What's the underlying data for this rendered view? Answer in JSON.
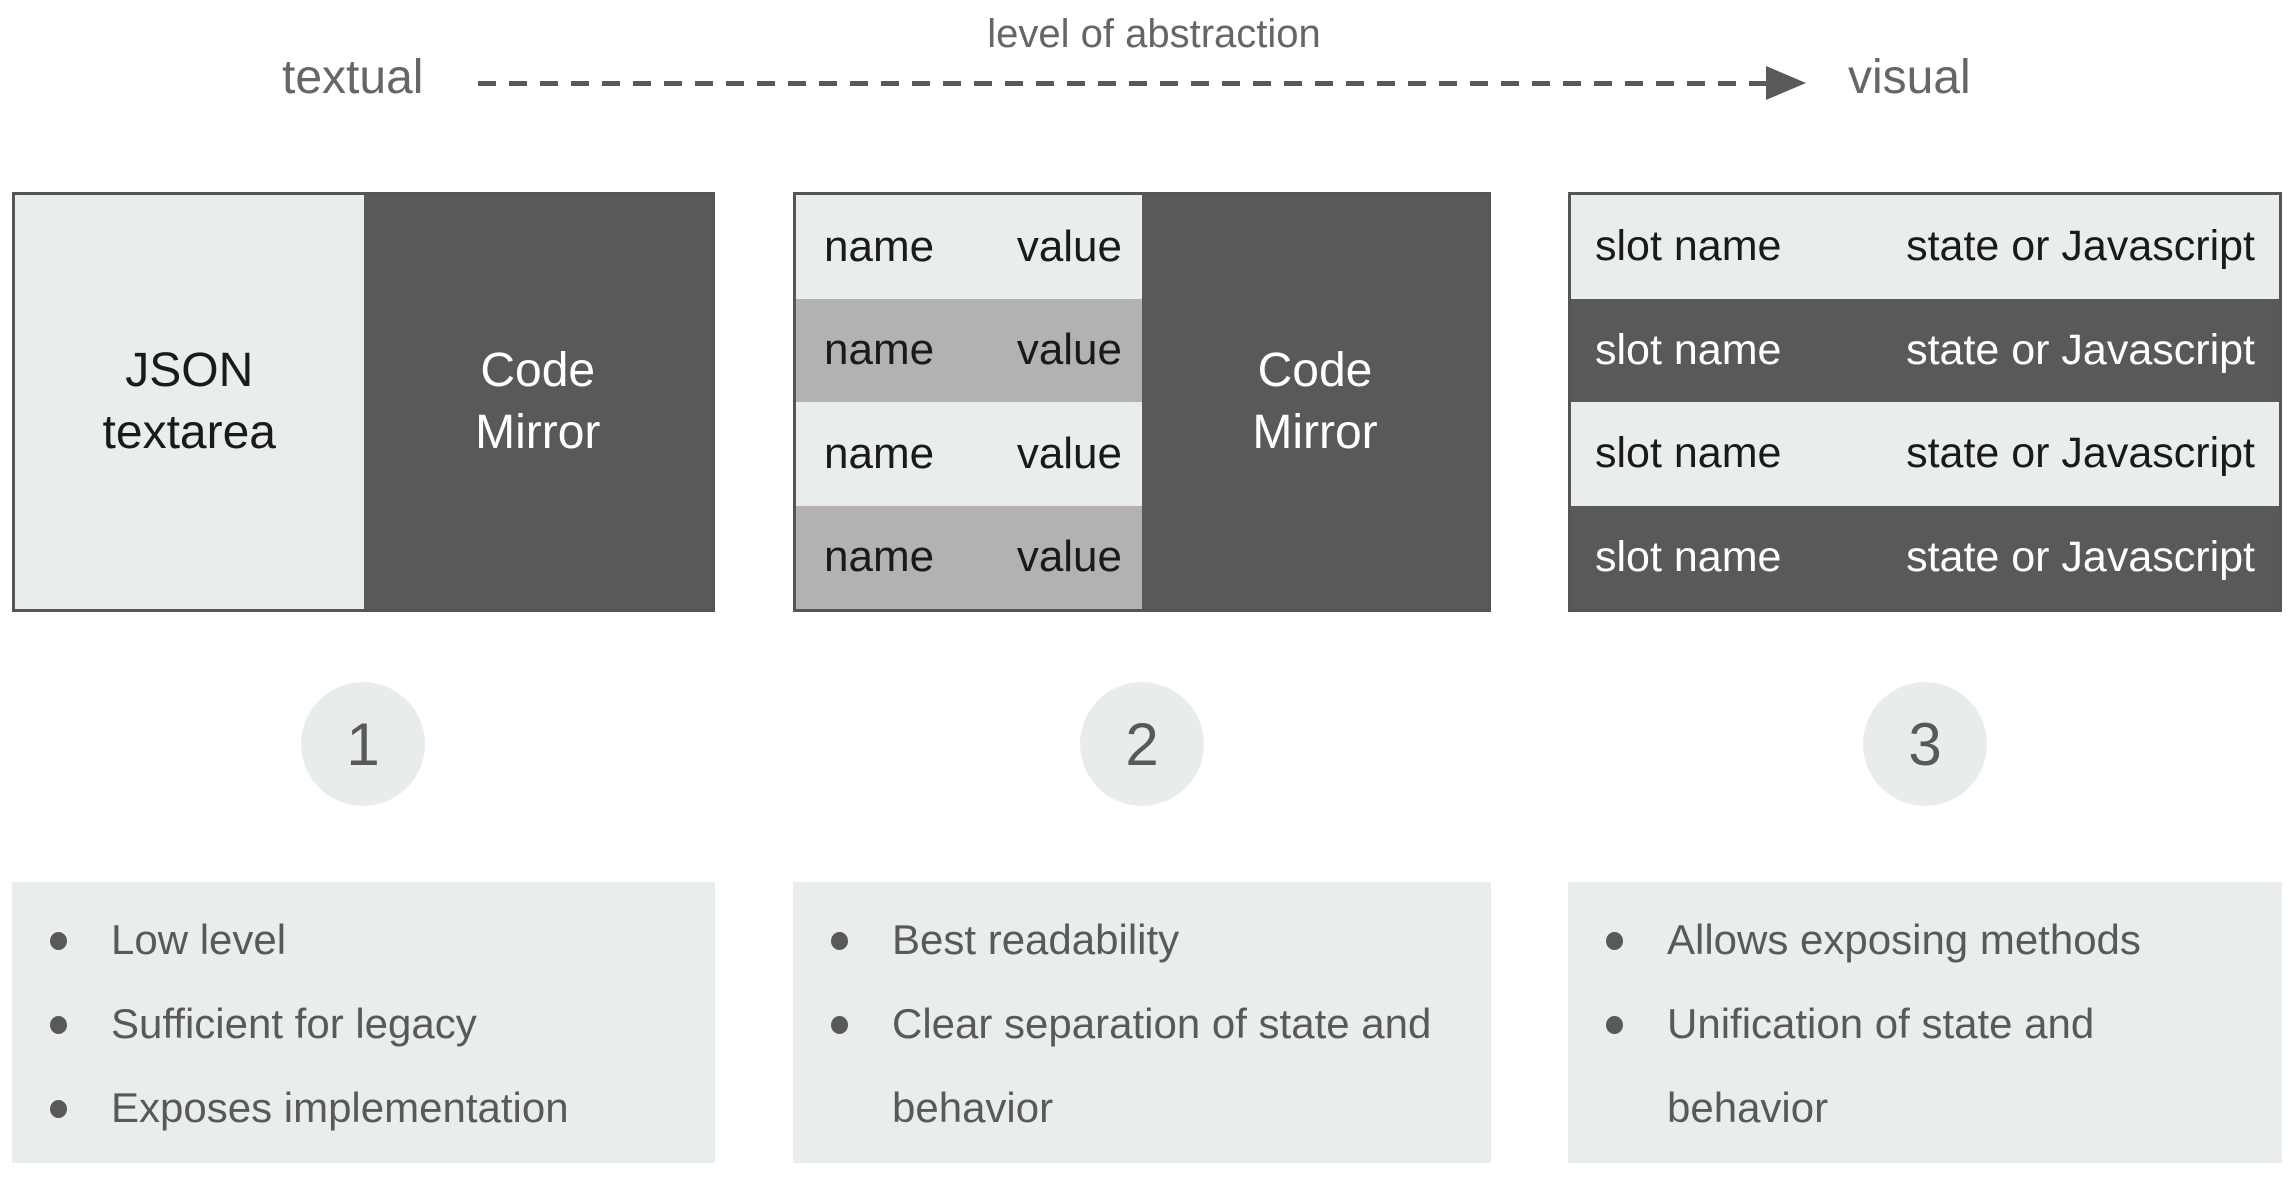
{
  "header": {
    "axis_label": "level of abstraction",
    "left_label": "textual",
    "right_label": "visual"
  },
  "colors": {
    "dark_gray": "#595959",
    "light_gray": "#e9edee",
    "medium_gray": "#b3b1b1",
    "border": "#555555",
    "text_dark": "#1a1a1a",
    "text_gray": "#666666",
    "white": "#ffffff"
  },
  "panel1": {
    "number": "1",
    "left_box": {
      "line1": "JSON",
      "line2": "textarea"
    },
    "right_box": {
      "line1": "Code",
      "line2": "Mirror"
    },
    "bullets": [
      "Low level",
      "Sufficient for legacy",
      "Exposes implementation"
    ]
  },
  "panel2": {
    "number": "2",
    "rows": [
      {
        "name": "name",
        "value": "value"
      },
      {
        "name": "name",
        "value": "value"
      },
      {
        "name": "name",
        "value": "value"
      },
      {
        "name": "name",
        "value": "value"
      }
    ],
    "right_box": {
      "line1": "Code",
      "line2": "Mirror"
    },
    "bullets": [
      "Best readability",
      "Clear separation of state and behavior"
    ]
  },
  "panel3": {
    "number": "3",
    "rows": [
      {
        "name": "slot name",
        "value": "state or Javascript"
      },
      {
        "name": "slot name",
        "value": "state or Javascript"
      },
      {
        "name": "slot name",
        "value": "state or Javascript"
      },
      {
        "name": "slot name",
        "value": "state or Javascript"
      }
    ],
    "bullets": [
      "Allows exposing methods",
      "Unification of state and behavior"
    ]
  }
}
